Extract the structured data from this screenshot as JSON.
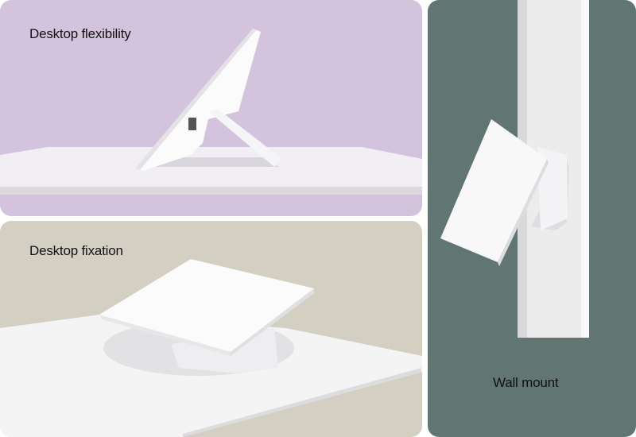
{
  "panels": [
    {
      "caption": "Desktop flexibility",
      "background": "#d4c3dc"
    },
    {
      "caption": "Desktop fixation",
      "background": "#d3cfc3"
    },
    {
      "caption": "Wall mount",
      "background": "#617673"
    }
  ]
}
